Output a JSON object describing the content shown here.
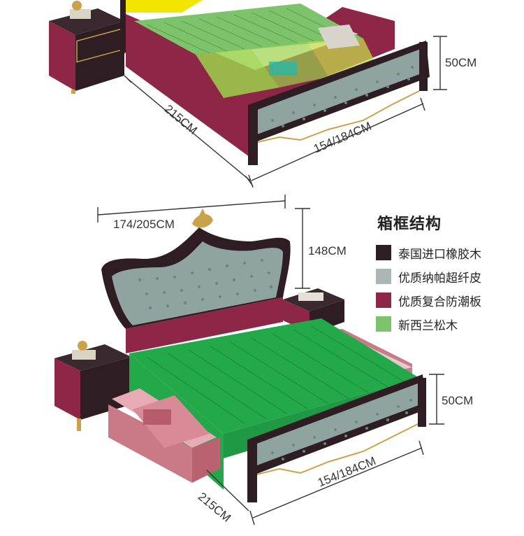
{
  "top_bed": {
    "height_label": "50CM",
    "length_label": "215CM",
    "width_label": "154/184CM"
  },
  "bottom_bed": {
    "headboard_width_label": "174/205CM",
    "headboard_height_label": "148CM",
    "height_label": "50CM",
    "width_label": "154/184CM",
    "length_label": "215CM"
  },
  "legend": {
    "title": "箱框结构",
    "items": [
      {
        "label": "泰国进口橡胶木",
        "color": "#2e1d22"
      },
      {
        "label": "优质纳帕超纤皮",
        "color": "#aab7b5"
      },
      {
        "label": "优质复合防潮板",
        "color": "#8e2647"
      },
      {
        "label": "新西兰松木",
        "color": "#7dc36b"
      }
    ]
  },
  "colors": {
    "frame_dark": "#2e1d22",
    "leather": "#8fa3a1",
    "board": "#8e2647",
    "pine": "#23a84a",
    "pine_light": "#62c25a",
    "gold": "#c9a24a",
    "yellow_panel": "#f2e600",
    "drawer_pink": "#c97a86"
  },
  "icons": [
    "bed-illustration-icon",
    "nightstand-icon",
    "dimension-arrow-icon"
  ]
}
